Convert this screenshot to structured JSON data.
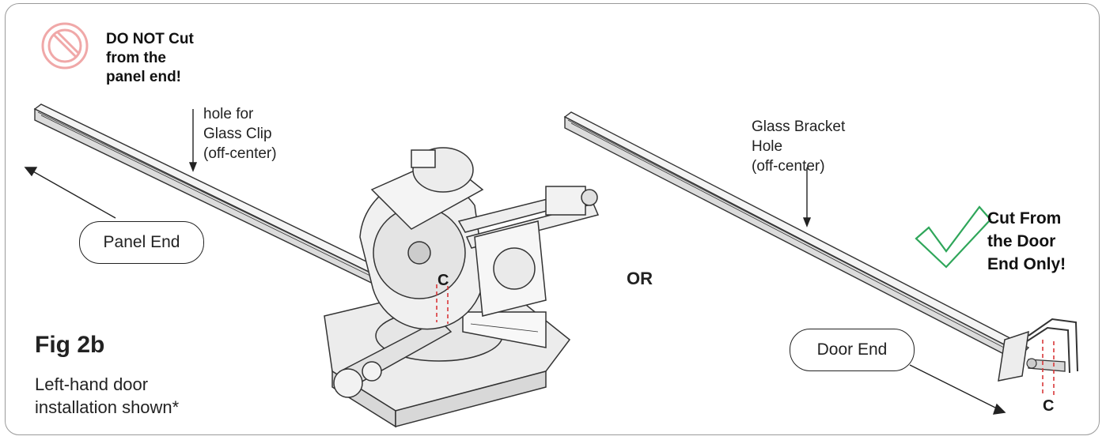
{
  "warning": {
    "lines": [
      "DO NOT Cut",
      "from the",
      "panel end!"
    ],
    "icon": "prohibited-icon",
    "icon_color": "#f0a8a8"
  },
  "left_rail": {
    "label_lines": [
      "hole for",
      "Glass Clip",
      "(off-center)"
    ],
    "end_label": "Panel End"
  },
  "separator": "OR",
  "right_rail": {
    "label_lines": [
      "Glass Bracket",
      "Hole",
      "(off-center)"
    ],
    "end_label": "Door End"
  },
  "approved": {
    "lines": [
      "Cut From",
      "the Door",
      "End Only!"
    ],
    "icon": "checkmark-icon",
    "icon_color": "#2fa65a"
  },
  "cut_marker_saw": "C",
  "cut_marker_door": "C",
  "cut_line_color": "#d9383a",
  "figure": {
    "title": "Fig 2b",
    "caption_lines": [
      "Left-hand door",
      "installation shown*"
    ]
  }
}
